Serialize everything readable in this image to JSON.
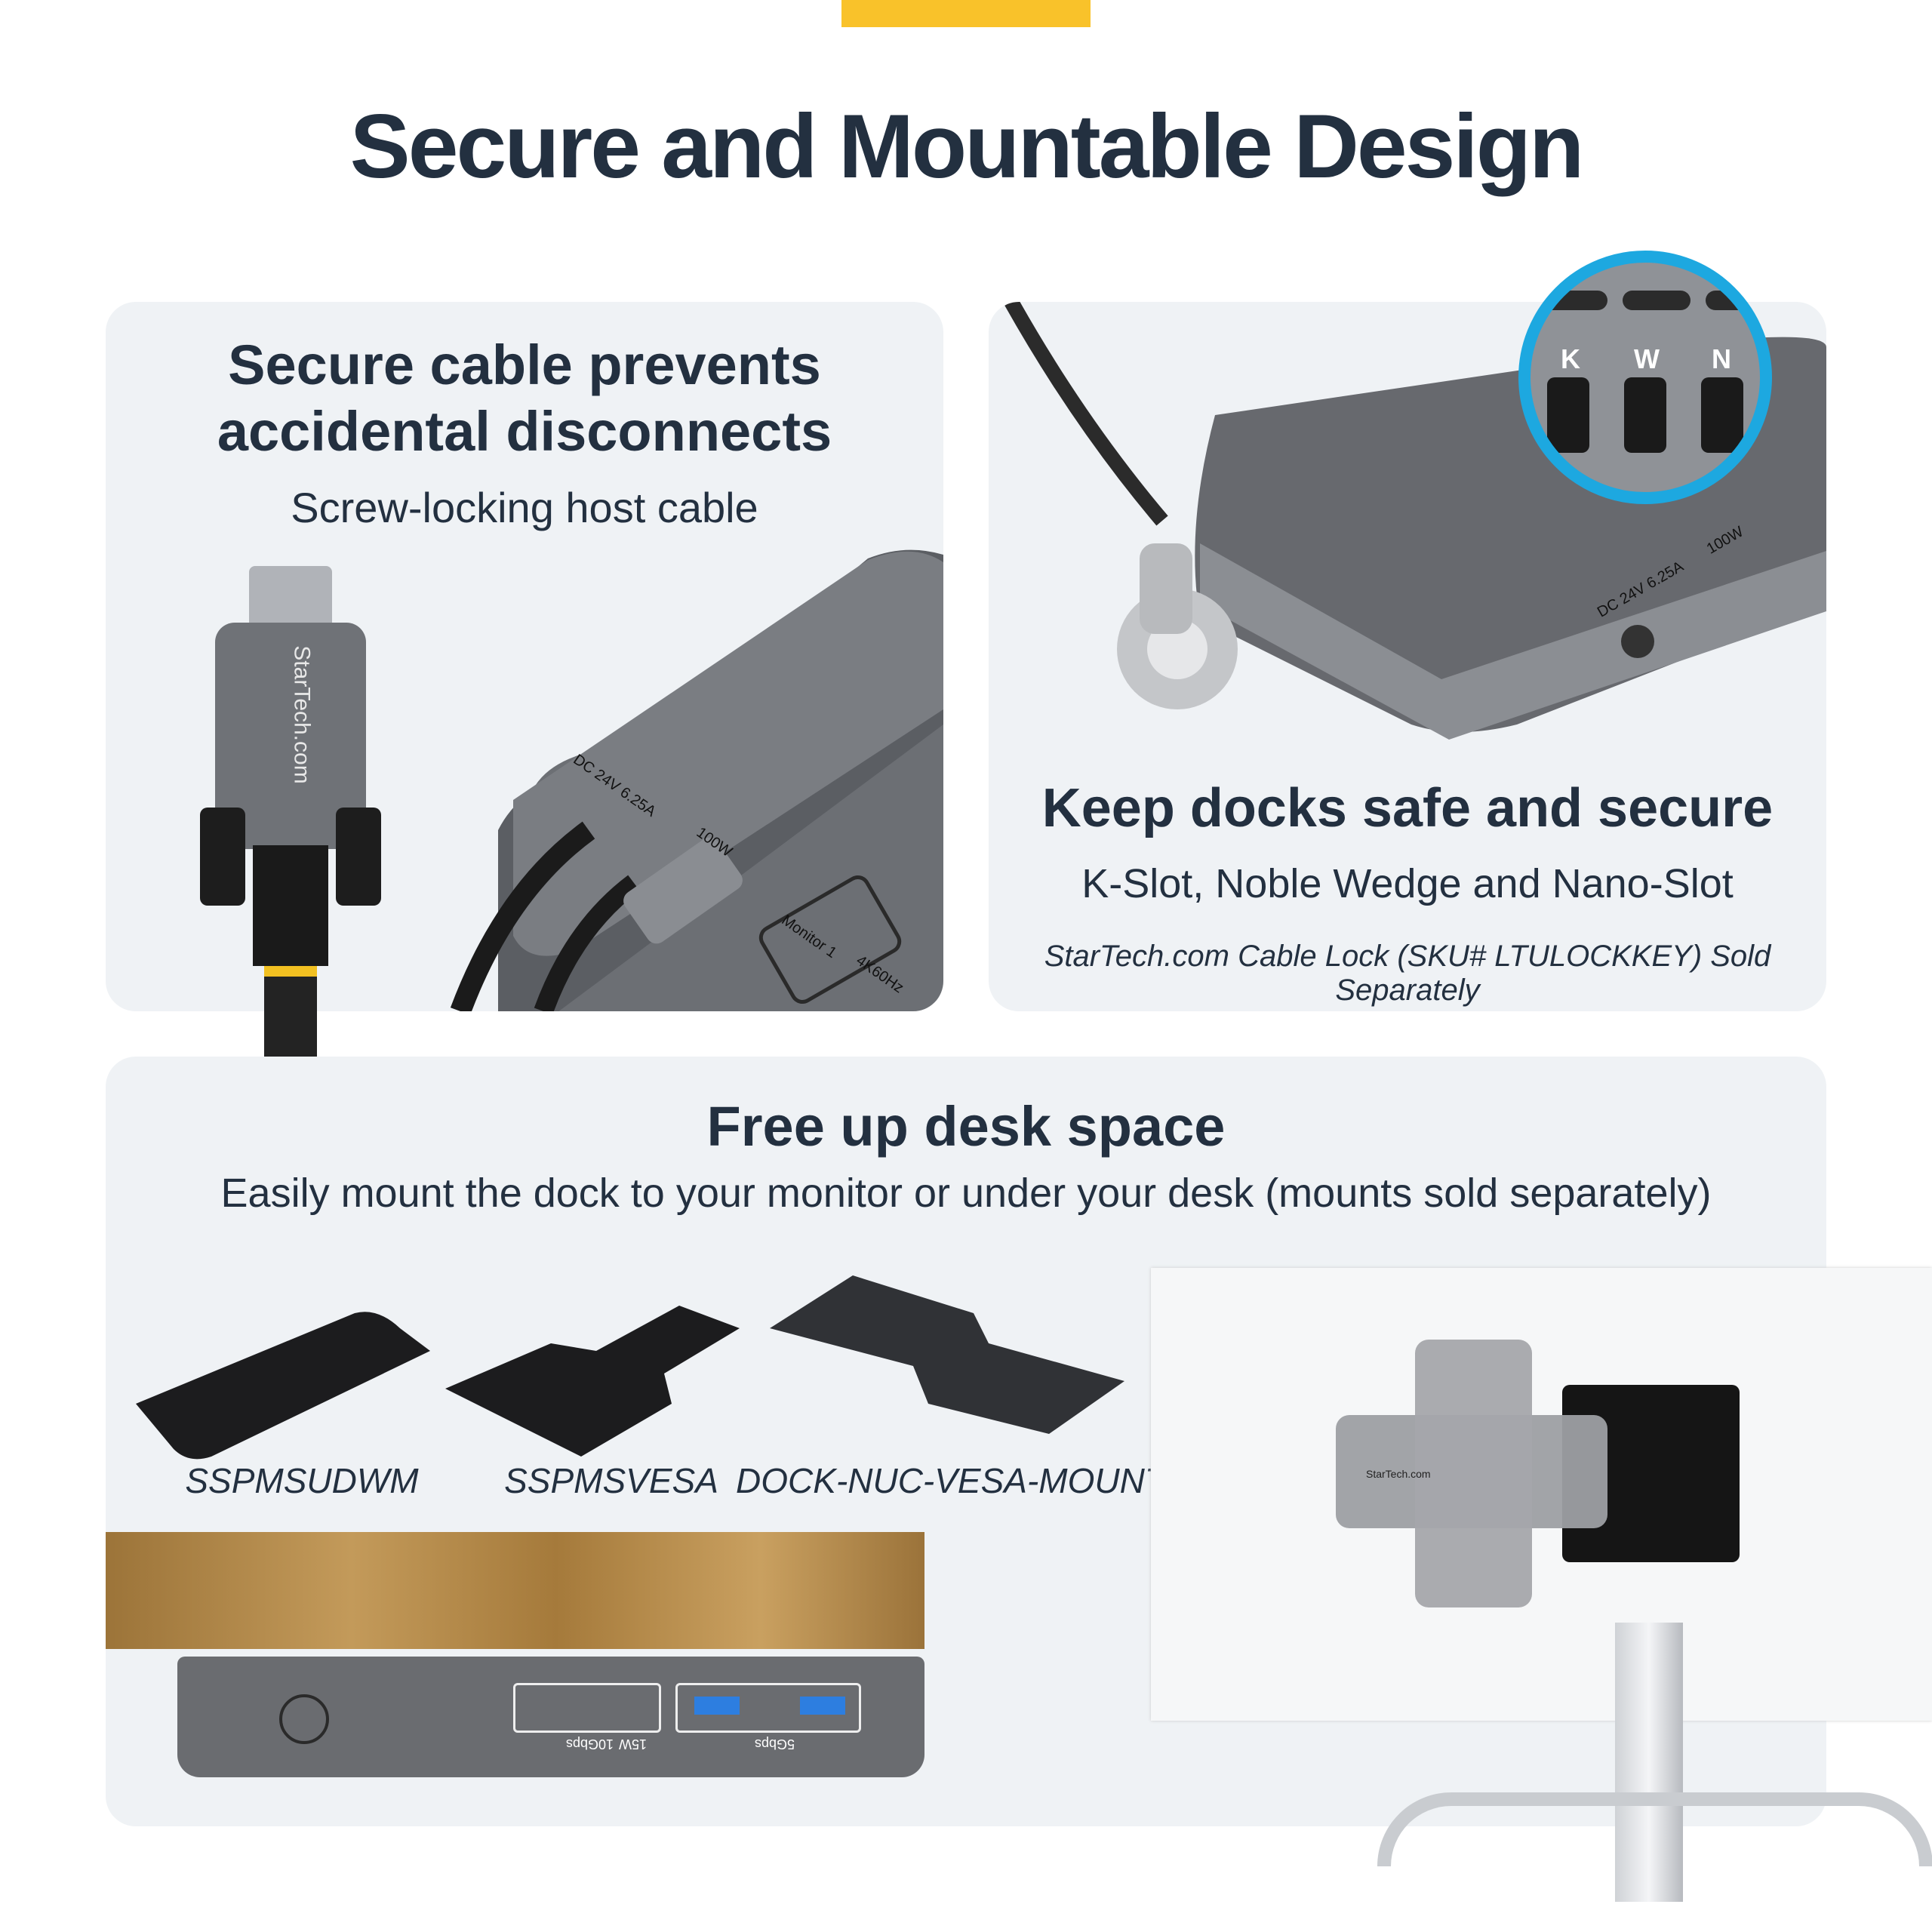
{
  "accent_color": "#f9c22a",
  "title": "Secure and Mountable Design",
  "panel_cable": {
    "heading_line1": "Secure cable prevents",
    "heading_line2": "accidental disconnects",
    "subheading": "Screw-locking host cable",
    "cable_brand": "StarTech.com",
    "port_dc": "DC 24V 6.25A",
    "port_pd": "100W",
    "port_monitor": "Monitor 1",
    "port_hz": "4K60Hz"
  },
  "panel_lock": {
    "heading": "Keep docks safe and secure",
    "subheading": "K-Slot, Noble Wedge and Nano-Slot",
    "note": "StarTech.com Cable Lock (SKU# LTULOCKKEY) Sold Separately",
    "slot_k": "K",
    "slot_w": "W",
    "slot_n": "N",
    "port_dc": "DC 24V 6.25A",
    "port_pd": "100W"
  },
  "panel_mount": {
    "heading": "Free up desk space",
    "subheading": "Easily mount the dock to your monitor or under your desk (mounts sold separately)",
    "mounts": [
      {
        "sku": "SSPMSUDWM"
      },
      {
        "sku": "SSPMSVESA"
      },
      {
        "sku": "DOCK-NUC-VESA-MOUNT"
      }
    ],
    "dock_port_10g": "10Gbps",
    "dock_port_15w": "15W",
    "dock_port_5g": "5Gbps",
    "dock_brand": "StarTech.com"
  }
}
